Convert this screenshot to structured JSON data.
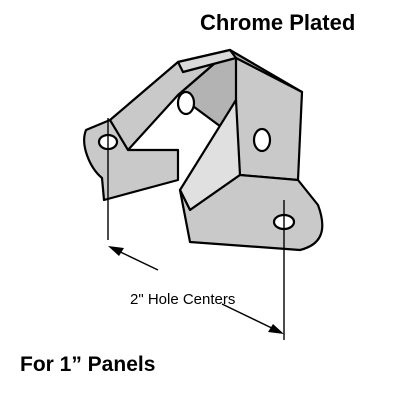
{
  "header": {
    "title": "Chrome Plated"
  },
  "dimension": {
    "label": "2\" Hole Centers"
  },
  "footer": {
    "caption": "For 1” Panels"
  },
  "colors": {
    "part_fill": "#c9c9c9",
    "outline": "#000000",
    "background": "#ffffff"
  }
}
